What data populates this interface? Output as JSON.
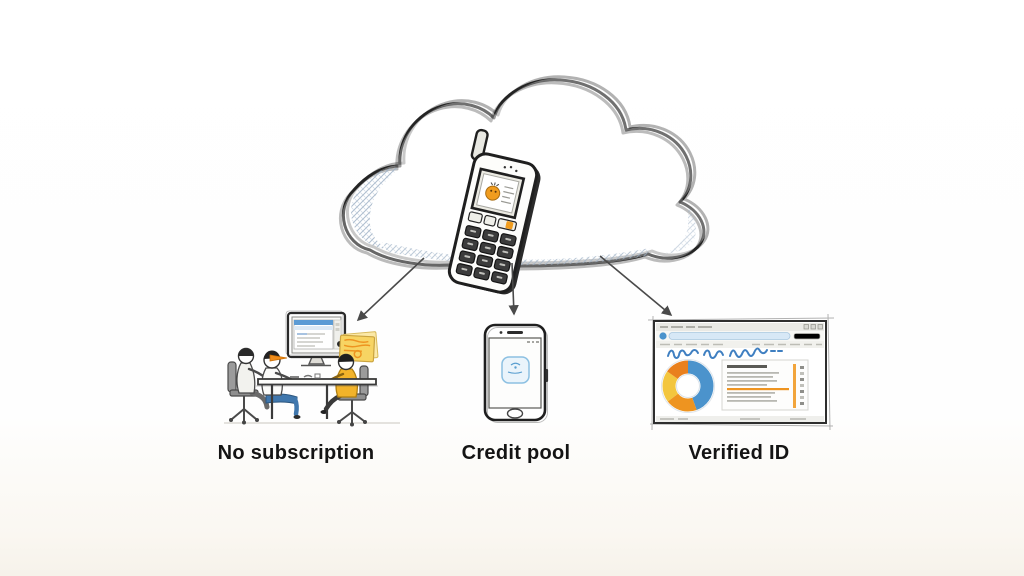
{
  "diagram": {
    "hub": {
      "id": "cloud-service",
      "icon": "cloud-with-feature-phone"
    },
    "nodes": [
      {
        "id": "no-subscription",
        "label": "No subscription",
        "icon": "people-meeting-with-monitor-and-receipt"
      },
      {
        "id": "credit-pool",
        "label": "Credit pool",
        "icon": "smartphone-with-app-icon"
      },
      {
        "id": "verified-id",
        "label": "Verified ID",
        "icon": "browser-report-with-donut-chart"
      }
    ],
    "connections": [
      {
        "from": "cloud-service",
        "to": "no-subscription"
      },
      {
        "from": "cloud-service",
        "to": "credit-pool"
      },
      {
        "from": "cloud-service",
        "to": "verified-id"
      }
    ],
    "colors": {
      "sketch": "#2a2a2a",
      "accent_orange": "#ee9420",
      "accent_yellow": "#f3c94f",
      "accent_blue": "#4b93cc",
      "jeans_blue": "#4077ad",
      "shade_blue": "#9fb2c6",
      "label_text": "#141414"
    }
  }
}
